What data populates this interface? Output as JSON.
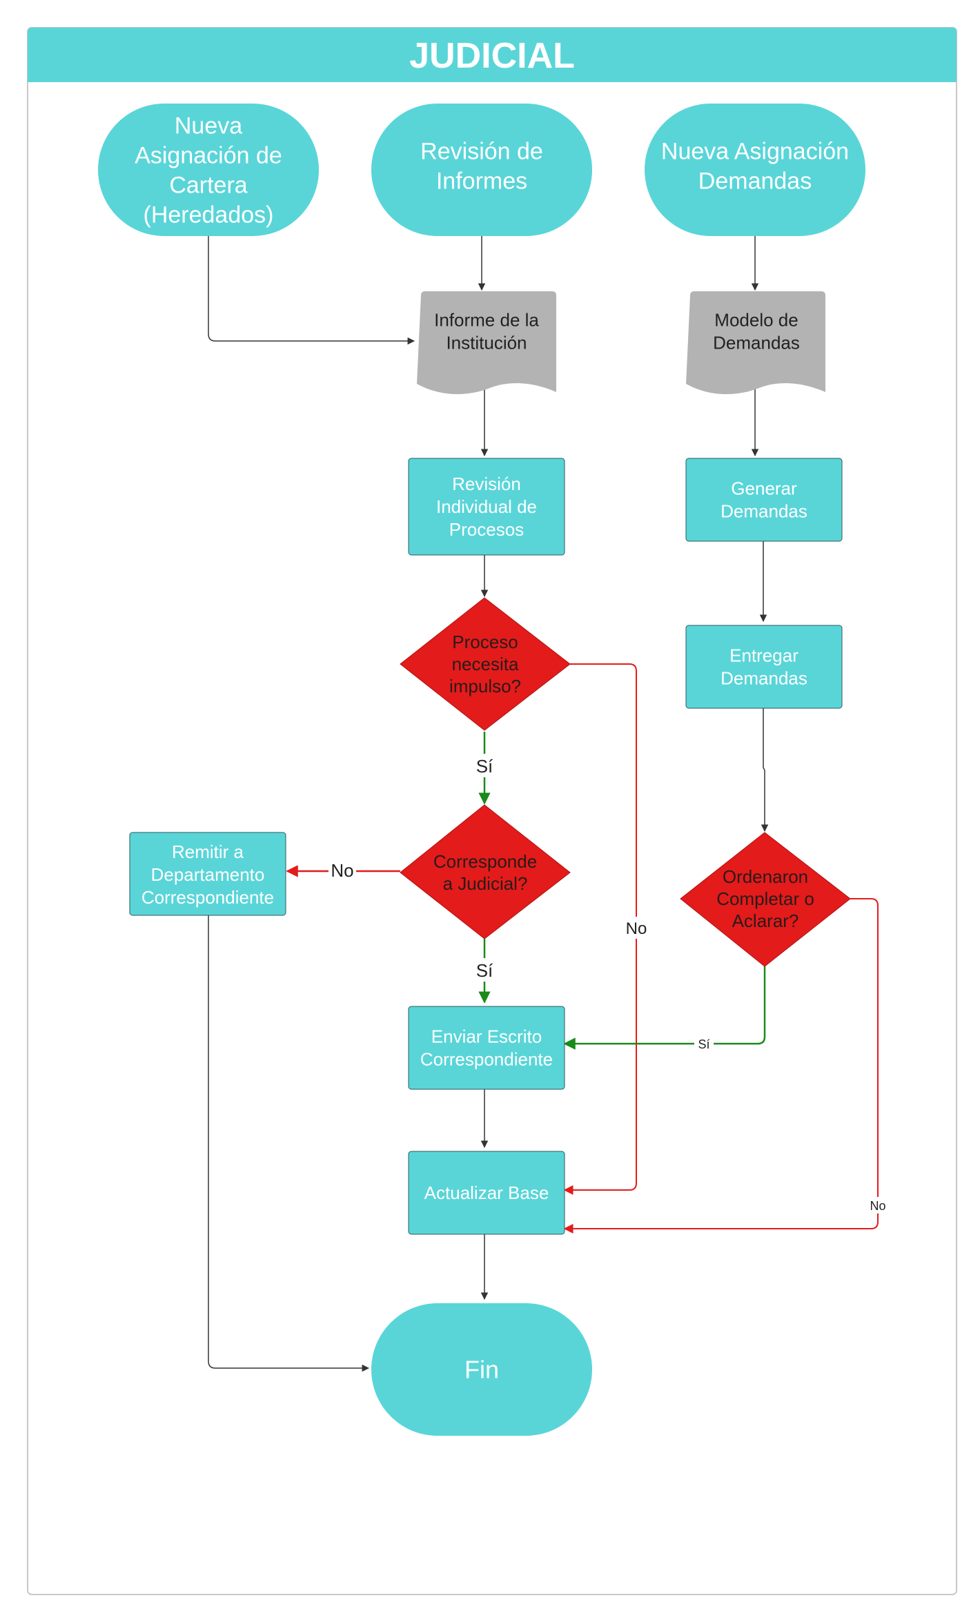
{
  "title": "JUDICIAL",
  "colors": {
    "teal": "#59d5d8",
    "gray_doc": "#b3b3b3",
    "decision_red": "#e31b1b",
    "frame_border": "#c8c8c8",
    "edge_dark": "#333333",
    "edge_green": "#1a8a1a",
    "edge_red": "#e31b1b"
  },
  "nodes": {
    "start_cartera": {
      "lines": [
        "Nueva",
        "Asignación de",
        "Cartera",
        "(Heredados)"
      ]
    },
    "start_informes": {
      "lines": [
        "Revisión de",
        "Informes"
      ]
    },
    "start_demandas": {
      "lines": [
        "Nueva Asignación",
        "Demandas"
      ]
    },
    "doc_informe": {
      "lines": [
        "Informe de la",
        "Institución"
      ]
    },
    "doc_modelo": {
      "lines": [
        "Modelo de",
        "Demandas"
      ]
    },
    "proc_revision": {
      "lines": [
        "Revisión",
        "Individual de",
        "Procesos"
      ]
    },
    "proc_generar": {
      "lines": [
        "Generar",
        "Demandas"
      ]
    },
    "proc_entregar": {
      "lines": [
        "Entregar",
        "Demandas"
      ]
    },
    "dec_impulso": {
      "lines": [
        "Proceso",
        "necesita",
        "impulso?"
      ]
    },
    "dec_judicial": {
      "lines": [
        "Corresponde",
        "a Judicial?"
      ]
    },
    "dec_ordenaron": {
      "lines": [
        "Ordenaron",
        "Completar o",
        "Aclarar?"
      ]
    },
    "proc_remitir": {
      "lines": [
        "Remitir a",
        "Departamento",
        "Correspondiente"
      ]
    },
    "proc_enviar": {
      "lines": [
        "Enviar Escrito",
        "Correspondiente"
      ]
    },
    "proc_actualizar": {
      "lines": [
        "Actualizar Base"
      ]
    },
    "end_fin": {
      "lines": [
        "Fin"
      ]
    }
  },
  "edge_labels": {
    "impulso_si": "Sí",
    "impulso_no": "No",
    "judicial_si": "Sí",
    "judicial_no": "No",
    "ordenaron_si": "Sí",
    "ordenaron_no": "No"
  }
}
